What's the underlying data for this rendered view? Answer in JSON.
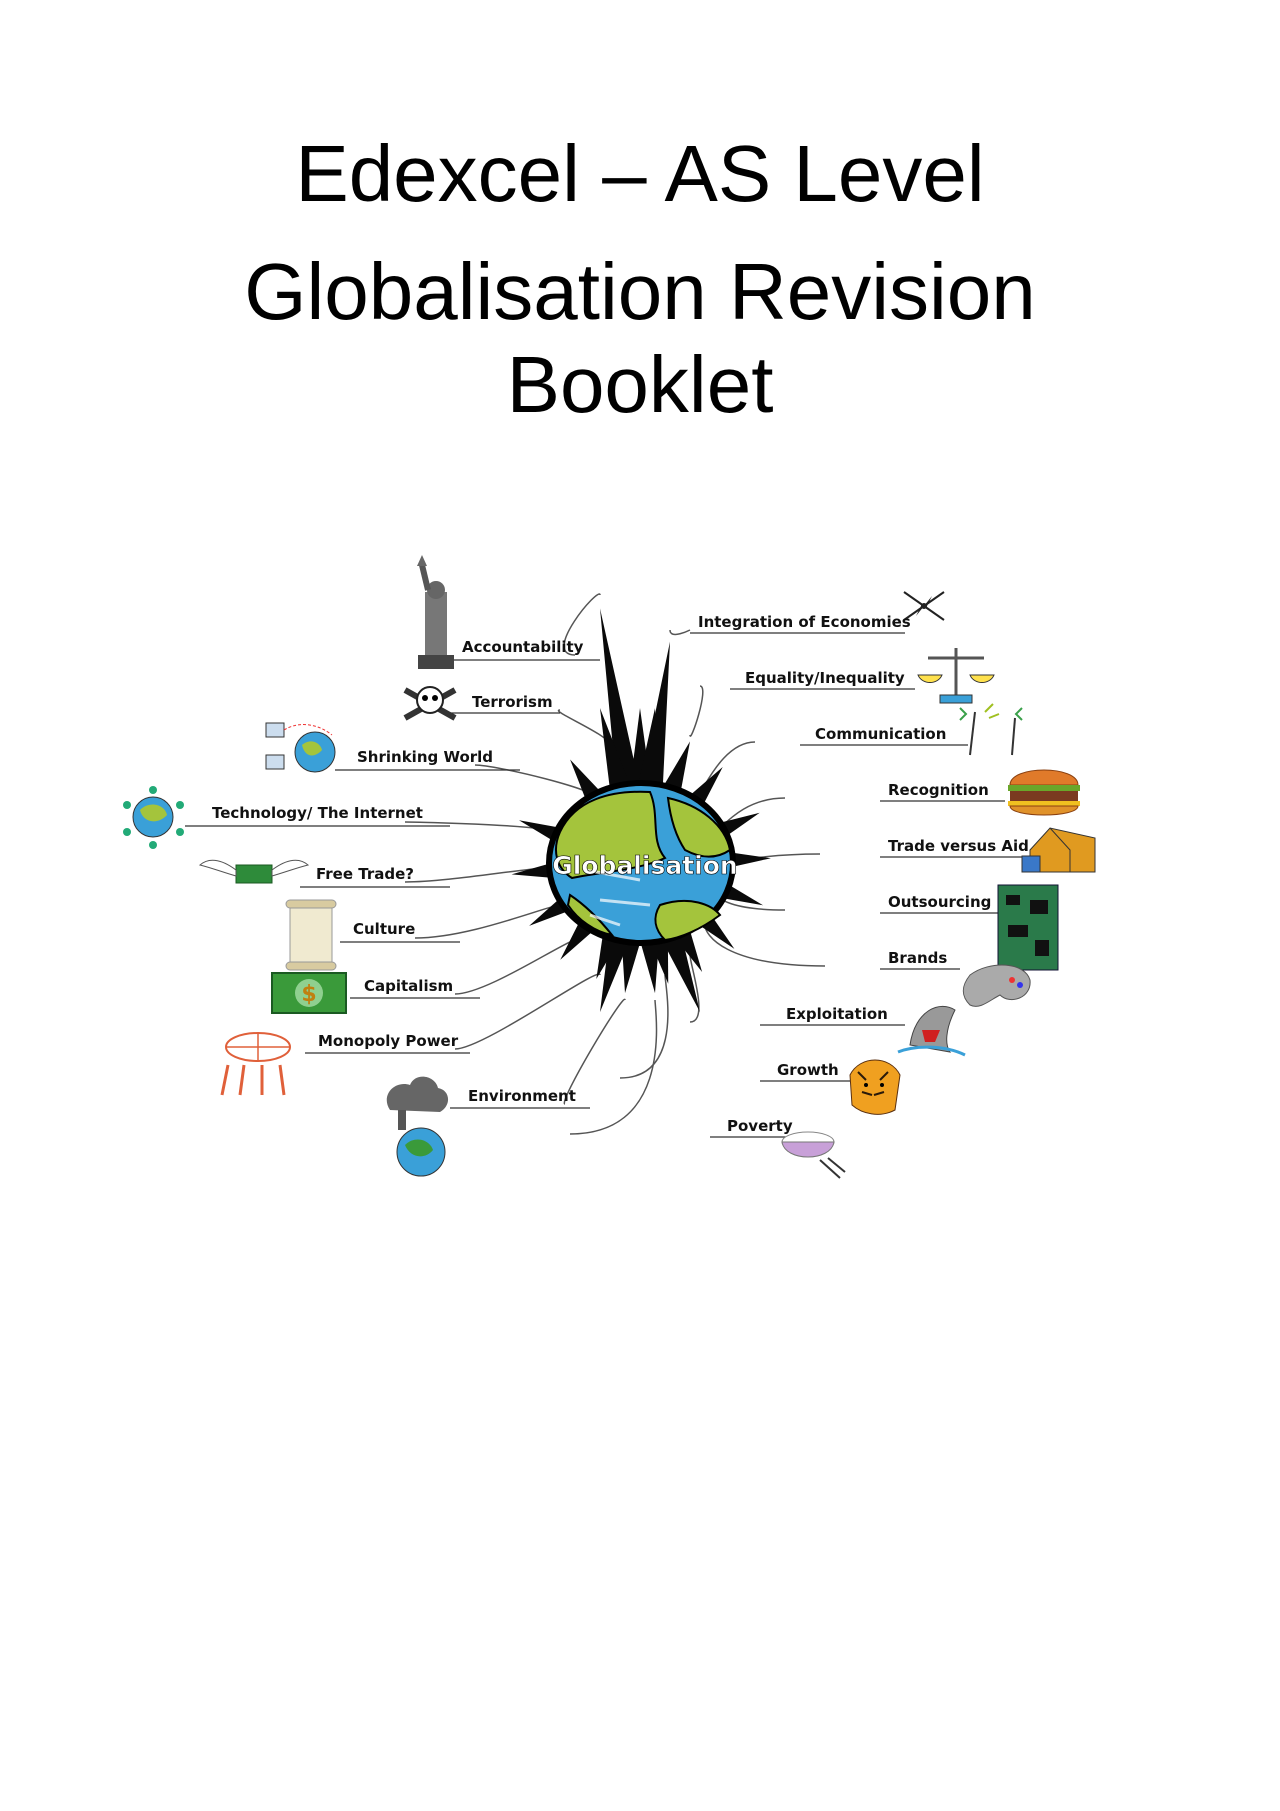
{
  "document": {
    "title_line1": "Edexcel – AS Level",
    "title_line2": "Globalisation Revision",
    "title_line3": "Booklet"
  },
  "mindmap": {
    "center": "Globalisation",
    "left_branches": [
      {
        "label": "Accountability",
        "icon": "statue-of-liberty-icon"
      },
      {
        "label": "Terrorism",
        "icon": "skull-crossbones-icon"
      },
      {
        "label": "Shrinking World",
        "icon": "networked-computers-globe-icon"
      },
      {
        "label": "Technology/ The Internet",
        "icon": "connected-globe-icon"
      },
      {
        "label": "Free Trade?",
        "icon": "winged-money-icon"
      },
      {
        "label": "Culture",
        "icon": "scroll-icon"
      },
      {
        "label": "Capitalism",
        "icon": "dollar-bill-icon"
      },
      {
        "label": "Monopoly Power",
        "icon": "people-holding-globe-icon"
      },
      {
        "label": "Environment",
        "icon": "polluted-earth-icon"
      }
    ],
    "right_branches": [
      {
        "label": "Integration of Economies",
        "icon": "compass-rose-icon"
      },
      {
        "label": "Equality/Inequality",
        "icon": "scales-icon"
      },
      {
        "label": "Communication",
        "icon": "radio-towers-icon"
      },
      {
        "label": "Recognition",
        "icon": "burger-icon"
      },
      {
        "label": "Trade versus Aid",
        "icon": "warehouse-icon"
      },
      {
        "label": "Outsourcing",
        "icon": "circuit-board-icon"
      },
      {
        "label": "Brands",
        "icon": "game-controller-icon"
      },
      {
        "label": "Exploitation",
        "icon": "shark-icon"
      },
      {
        "label": "Growth",
        "icon": "tiger-icon"
      },
      {
        "label": "Poverty",
        "icon": "rice-bowl-icon"
      }
    ],
    "colors": {
      "ocean": "#3aa0d8",
      "land": "#a4c43c",
      "spike": "#0a0a0a",
      "connector": "#555555"
    }
  }
}
